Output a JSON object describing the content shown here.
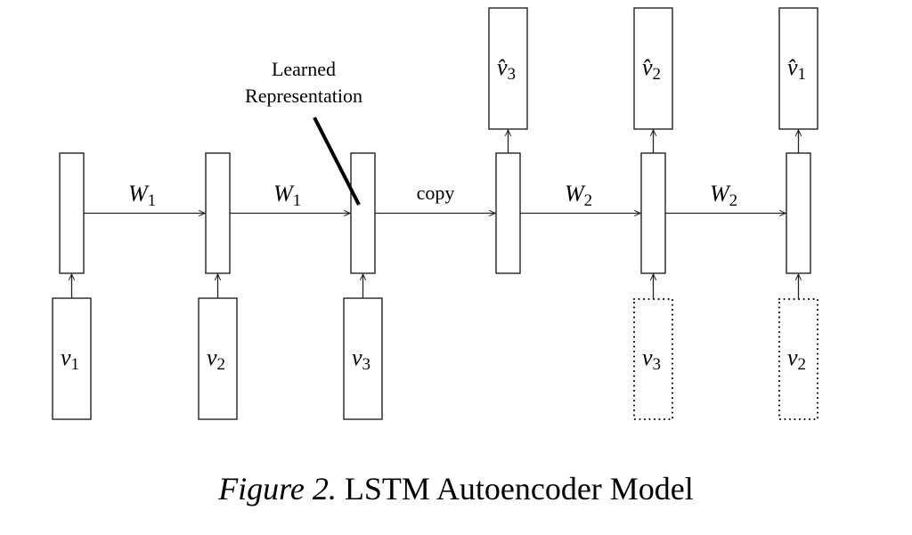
{
  "figure": {
    "caption_label": "Figure 2.",
    "caption_text": "LSTM Autoencoder Model",
    "annotation_line1": "Learned",
    "annotation_line2": "Representation",
    "encoder": {
      "inputs": [
        {
          "var": "v",
          "sub": "1"
        },
        {
          "var": "v",
          "sub": "2"
        },
        {
          "var": "v",
          "sub": "3"
        }
      ],
      "edges": [
        {
          "var": "W",
          "sub": "1"
        },
        {
          "var": "W",
          "sub": "1"
        }
      ]
    },
    "copy_label": "copy",
    "decoder": {
      "outputs": [
        {
          "var": "v̂",
          "sub": "3"
        },
        {
          "var": "v̂",
          "sub": "2"
        },
        {
          "var": "v̂",
          "sub": "1"
        }
      ],
      "conditioning_inputs": [
        {
          "var": "v",
          "sub": "3"
        },
        {
          "var": "v",
          "sub": "2"
        }
      ],
      "edges": [
        {
          "var": "W",
          "sub": "2"
        },
        {
          "var": "W",
          "sub": "2"
        }
      ]
    }
  }
}
